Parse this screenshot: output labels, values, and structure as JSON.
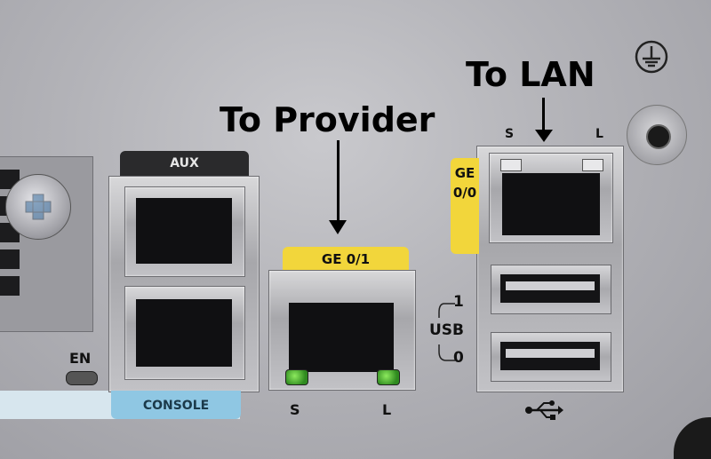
{
  "annotations": {
    "to_lan": "To LAN",
    "to_provider": "To Provider"
  },
  "ports": {
    "aux_label": "AUX",
    "console_label": "CONSOLE",
    "en_label": "EN",
    "ge01_label": "GE 0/1",
    "ge00_label": "GE0/0",
    "usb_label": "USB",
    "usb_port_1": "1",
    "usb_port_0": "0",
    "led_s": "S",
    "led_l": "L"
  },
  "icons": {
    "ground": "ground-symbol-icon",
    "usb": "usb-trident-icon"
  },
  "colors": {
    "chassis": "#b5b5ba",
    "label_yellow": "#f2d63b",
    "label_blue": "#8fc7e3",
    "label_dark": "#2a2a2c",
    "led_green": "#4fbf2f"
  }
}
